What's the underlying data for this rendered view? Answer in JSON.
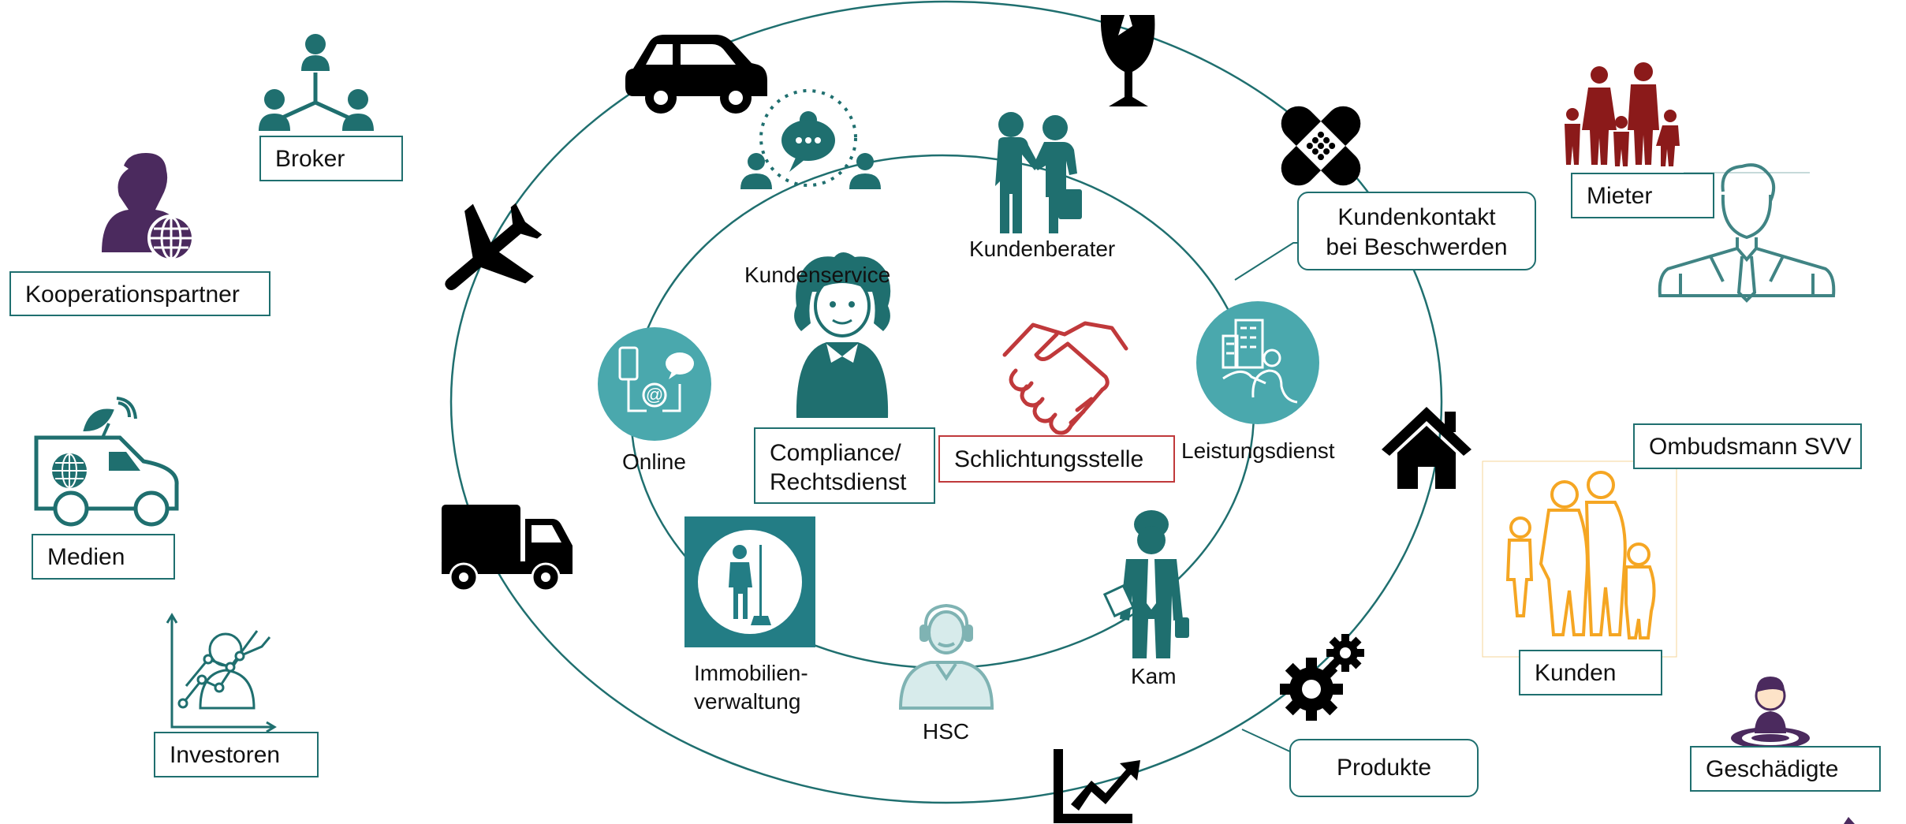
{
  "colors": {
    "teal": "#1f6f6f",
    "teal_light": "#4aa8ad",
    "purple": "#4b2a5e",
    "dark_red": "#8b1a1a",
    "orange": "#f5a623",
    "black": "#000000",
    "red_border": "#c0393b"
  },
  "inner": {
    "kundenservice": "Kundenservice",
    "kundenberater": "Kundenberater",
    "online": "Online",
    "compliance_line1": "Compliance/",
    "compliance_line2": "Rechtsdienst",
    "schlichtungsstelle": "Schlichtungsstelle",
    "leistungsdienst": "Leistungsdienst",
    "immobilien_line1": "Immobilien-",
    "immobilien_line2": "verwaltung",
    "hsc": "HSC",
    "kam": "Kam"
  },
  "callouts": {
    "kundenkontakt_line1": "Kundenkontakt",
    "kundenkontakt_line2": "bei Beschwerden",
    "produkte": "Produkte"
  },
  "outer": {
    "broker": "Broker",
    "kooperationspartner": "Kooperationspartner",
    "medien": "Medien",
    "investoren": "Investoren",
    "mieter": "Mieter",
    "ombudsmann": "Ombudsmann SVV",
    "kunden": "Kunden",
    "geschaedigte": "Geschädigte"
  },
  "icons": {
    "ring": [
      "car-icon",
      "wine-glass-icon",
      "bandage-icon",
      "airplane-icon",
      "house-icon",
      "truck-icon",
      "gears-icon",
      "growth-chart-icon"
    ],
    "inner": [
      "team-network-icon",
      "handshake-people-icon",
      "online-devices-icon",
      "lawyer-icon",
      "handshake-icon",
      "building-service-icon",
      "cleaner-icon",
      "headset-agent-icon",
      "businessman-icon"
    ],
    "outer": [
      "network-people-icon",
      "globe-person-icon",
      "media-van-icon",
      "investor-chart-icon",
      "family-icon",
      "ombudsman-icon",
      "family-outline-icon",
      "injured-person-icon"
    ]
  }
}
